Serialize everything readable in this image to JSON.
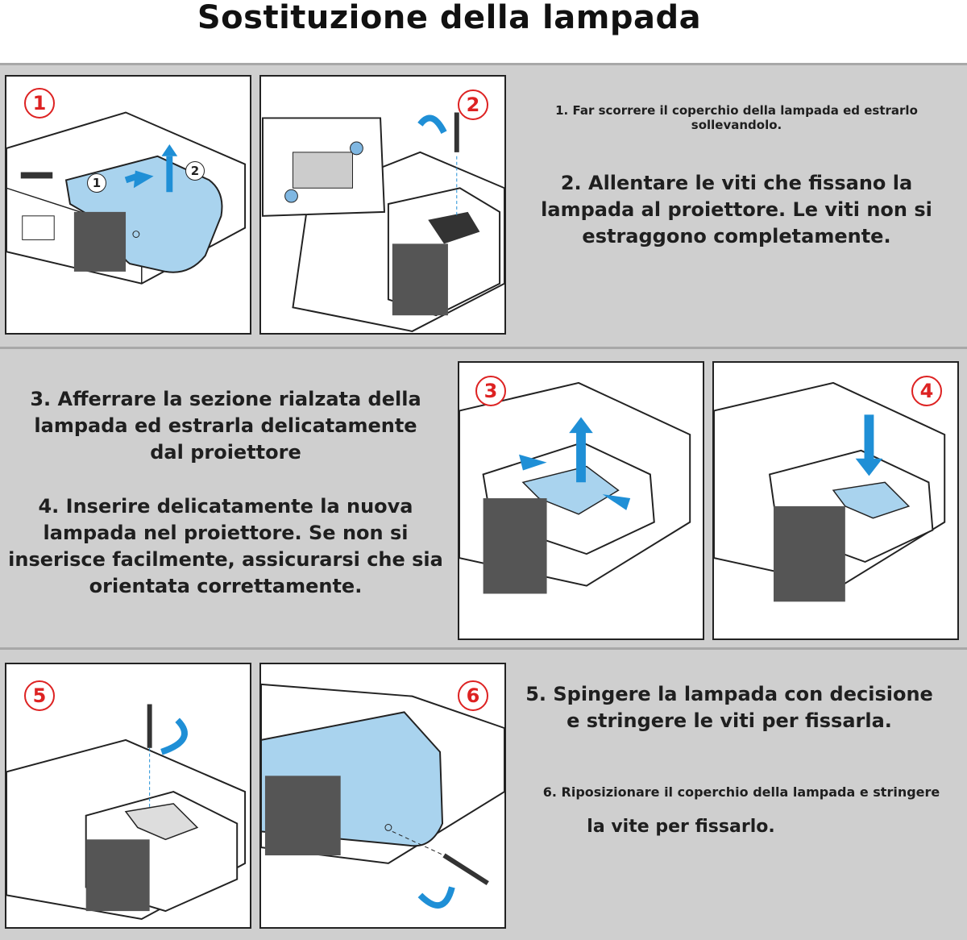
{
  "title": "Sostituzione della lampada",
  "steps": {
    "s1": "1. Far scorrere il coperchio della lampada ed estrarlo sollevandolo.",
    "s2": "2. Allentare le viti che fissano la lampada al proiettore. Le viti non si estraggono completamente.",
    "s3": "3. Afferrare la sezione rialzata della lampada ed estrarla delicatamente dal proiettore",
    "s4": "4. Inserire delicatamente la nuova lampada nel proiettore. Se non si inserisce facilmente, assicurarsi che sia orientata correttamente.",
    "s5": "5. Spingere la lampada con decisione e stringere le viti per fissarla.",
    "s6a": "6. Riposizionare il coperchio della lampada e stringere",
    "s6b": "la vite per fissarlo."
  },
  "badges": [
    "1",
    "2",
    "3",
    "4",
    "5",
    "6"
  ],
  "sub_markers": [
    "1",
    "2"
  ],
  "colors": {
    "badge": "#dd2222",
    "cover": "#a9d3ee",
    "arrow": "#1f8fd6"
  }
}
